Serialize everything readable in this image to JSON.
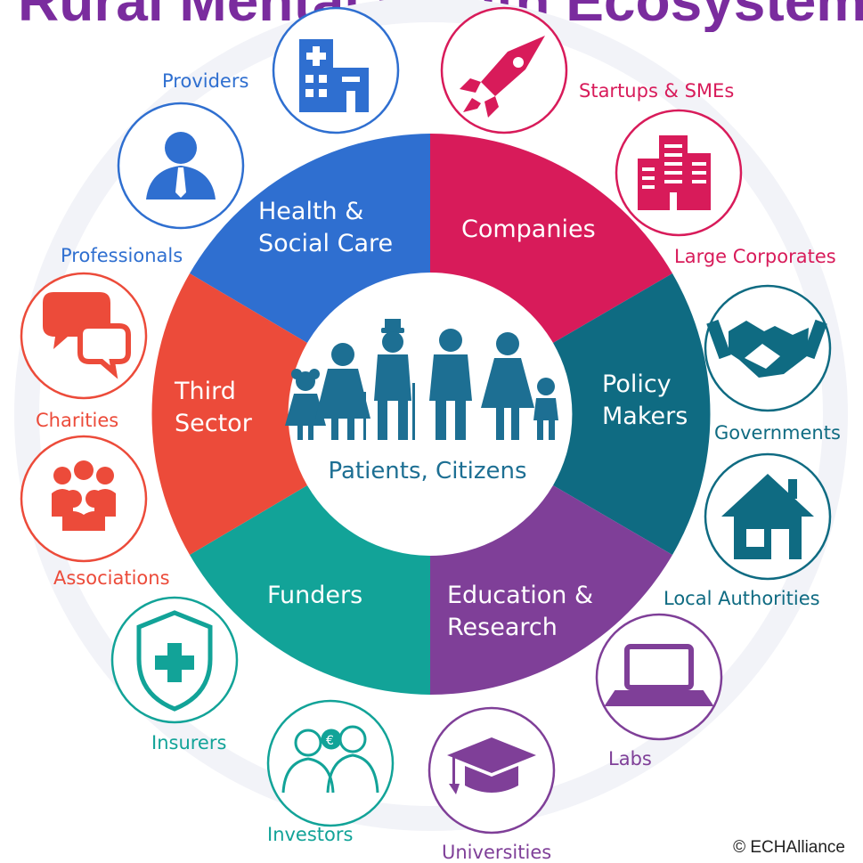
{
  "title": "Rural Mental Health Ecosystem",
  "center_label": "Patients, Citizens",
  "segments": [
    {
      "line1": "Health &",
      "line2": "Social Care"
    },
    {
      "line1": "Companies",
      "line2": ""
    },
    {
      "line1": "Policy",
      "line2": "Makers"
    },
    {
      "line1": "Education &",
      "line2": "Research"
    },
    {
      "line1": "Funders",
      "line2": ""
    },
    {
      "line1": "Third",
      "line2": "Sector"
    }
  ],
  "stakeholders": [
    {
      "label": "Providers",
      "icon": "hospital-icon"
    },
    {
      "label": "Startups & SMEs",
      "icon": "rocket-icon"
    },
    {
      "label": "Large Corporates",
      "icon": "office-building-icon"
    },
    {
      "label": "Governments",
      "icon": "handshake-icon"
    },
    {
      "label": "Local Authorities",
      "icon": "house-icon"
    },
    {
      "label": "Labs",
      "icon": "laptop-icon"
    },
    {
      "label": "Universities",
      "icon": "graduation-cap-icon"
    },
    {
      "label": "Investors",
      "icon": "investors-icon"
    },
    {
      "label": "Insurers",
      "icon": "shield-cross-icon"
    },
    {
      "label": "Associations",
      "icon": "group-icon"
    },
    {
      "label": "Charities",
      "icon": "speech-bubbles-icon"
    },
    {
      "label": "Professionals",
      "icon": "businessman-icon"
    }
  ],
  "copyright": "© ECHAlliance",
  "colors": {
    "title": "#7a2c9e",
    "health": "#2f6fd0",
    "companies": "#d81b5a",
    "policy": "#0f6b82",
    "education": "#7f3f98",
    "funders": "#12a398",
    "third_sector": "#ec4b3a",
    "center_text": "#1d6f93"
  }
}
